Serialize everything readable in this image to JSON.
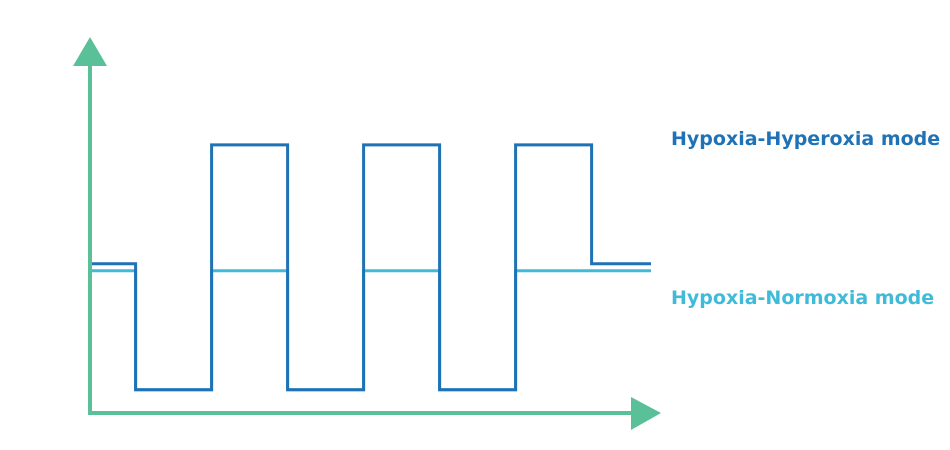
{
  "chart_data": {
    "type": "line",
    "step": true,
    "title": "",
    "xlabel": "",
    "ylabel": "",
    "grid": false,
    "legend_position": "right",
    "xlim": [
      0,
      75
    ],
    "ylim": [
      0,
      3.2
    ],
    "axis_color": "#5ac097",
    "series": [
      {
        "name": "Hypoxia-Hyperoxia mode",
        "color": "#1f72b6",
        "x": [
          0,
          6,
          6,
          16,
          16,
          26,
          26,
          36,
          36,
          46,
          46,
          56,
          56,
          66,
          66,
          76
        ],
        "y": [
          1.28,
          1.28,
          0.2,
          0.2,
          2.3,
          2.3,
          0.2,
          0.2,
          2.3,
          2.3,
          0.2,
          0.2,
          2.3,
          2.3,
          1.28,
          1.28
        ]
      },
      {
        "name": "Hypoxia-Normoxia mode",
        "color": "#3fbbd9",
        "x": [
          0,
          6,
          6,
          16,
          16,
          26,
          26,
          36,
          36,
          46,
          46,
          56,
          56,
          76
        ],
        "y": [
          1.22,
          1.22,
          0.2,
          0.2,
          1.22,
          1.22,
          0.2,
          0.2,
          1.22,
          1.22,
          0.2,
          0.2,
          1.22,
          1.22
        ]
      }
    ]
  }
}
